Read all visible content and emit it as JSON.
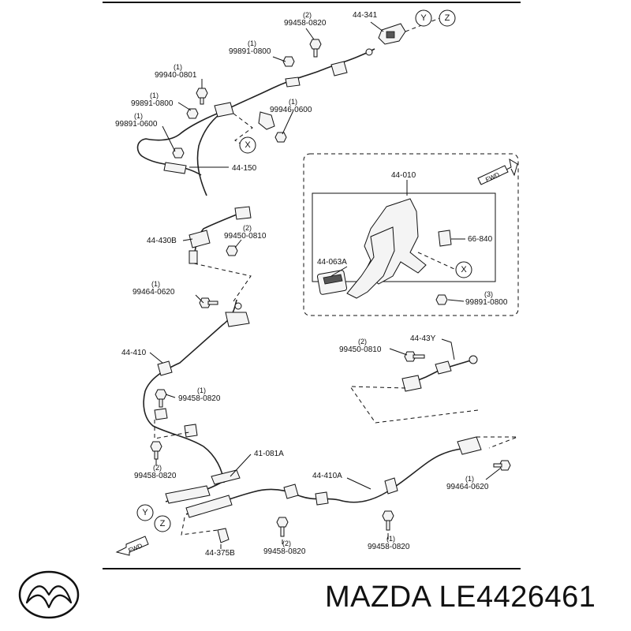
{
  "diagram": {
    "labels": [
      {
        "id": "p-44-341",
        "text": "44-341"
      },
      {
        "id": "p-99458-0820-top",
        "text": "99458-0820",
        "qty": "(2)"
      },
      {
        "id": "p-99891-0800-a",
        "text": "99891-0800",
        "qty": "(1)"
      },
      {
        "id": "p-99940-0801",
        "text": "99940-0801",
        "qty": "(1)"
      },
      {
        "id": "p-99891-0800-b",
        "text": "99891-0800",
        "qty": "(1)"
      },
      {
        "id": "p-99891-0600",
        "text": "99891-0600",
        "qty": "(1)"
      },
      {
        "id": "p-99946-0600",
        "text": "99946-0600",
        "qty": "(1)"
      },
      {
        "id": "p-44-150",
        "text": "44-150"
      },
      {
        "id": "p-44-010",
        "text": "44-010"
      },
      {
        "id": "p-66-840",
        "text": "66-840"
      },
      {
        "id": "p-44-063A",
        "text": "44-063A"
      },
      {
        "id": "p-99891-0800-c",
        "text": "99891-0800",
        "qty": "(3)"
      },
      {
        "id": "p-44-430B",
        "text": "44-430B"
      },
      {
        "id": "p-99450-0810-a",
        "text": "99450-0810",
        "qty": "(2)"
      },
      {
        "id": "p-99464-0620-a",
        "text": "99464-0620",
        "qty": "(1)"
      },
      {
        "id": "p-44-410",
        "text": "44-410"
      },
      {
        "id": "p-99458-0820-a",
        "text": "99458-0820",
        "qty": "(1)"
      },
      {
        "id": "p-99458-0820-b",
        "text": "99458-0820",
        "qty": "(2)"
      },
      {
        "id": "p-41-081A",
        "text": "41-081A"
      },
      {
        "id": "p-44-410A",
        "text": "44-410A"
      },
      {
        "id": "p-99450-0810-b",
        "text": "99450-0810",
        "qty": "(2)"
      },
      {
        "id": "p-44-43Y",
        "text": "44-43Y"
      },
      {
        "id": "p-99464-0620-b",
        "text": "99464-0620",
        "qty": "(1)"
      },
      {
        "id": "p-44-375B",
        "text": "44-375B"
      },
      {
        "id": "p-99458-0820-c",
        "text": "99458-0820",
        "qty": "(2)"
      },
      {
        "id": "p-99458-0820-d",
        "text": "99458-0820",
        "qty": "(1)"
      }
    ],
    "callouts": {
      "y": "Y",
      "z": "Z",
      "x": "X"
    },
    "fwd": "FWD"
  },
  "footer": {
    "brand_part": "MAZDA LE4426461",
    "logo_icon": "mazda-logo-icon"
  }
}
